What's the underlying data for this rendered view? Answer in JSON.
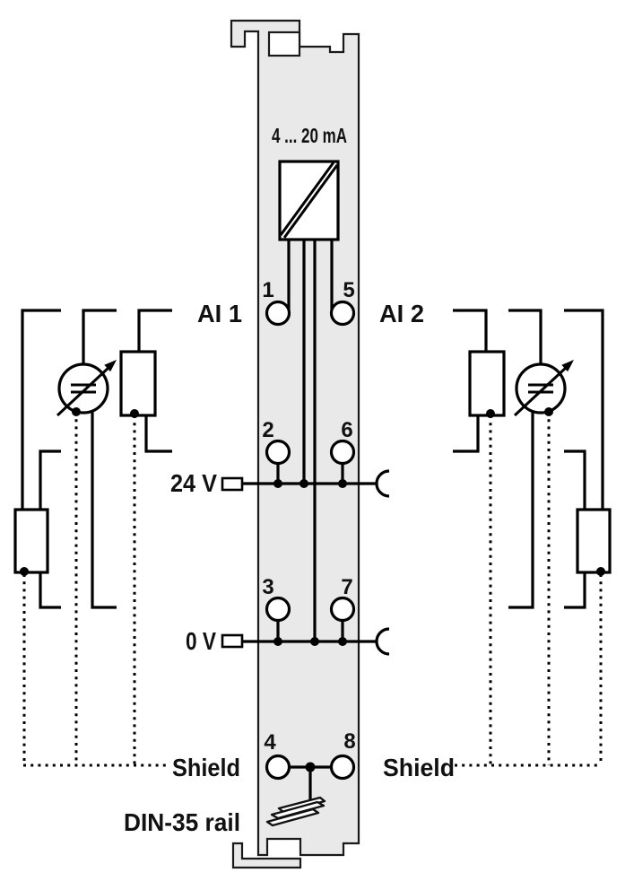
{
  "diagram": {
    "module": {
      "range_label": "4 ... 20 mA",
      "terminal_numbers": [
        "1",
        "5",
        "2",
        "6",
        "3",
        "7",
        "4",
        "8"
      ]
    },
    "labels": {
      "ai1": "AI 1",
      "ai2": "AI 2",
      "v24": "24 V",
      "v0": "0 V",
      "shield_left": "Shield",
      "shield_right": "Shield",
      "din_rail": "DIN-35 rail"
    },
    "colors": {
      "module_fill": "#e9e9e9",
      "outline": "#1a1a1a",
      "wire": "#000000",
      "background": "#ffffff"
    }
  }
}
